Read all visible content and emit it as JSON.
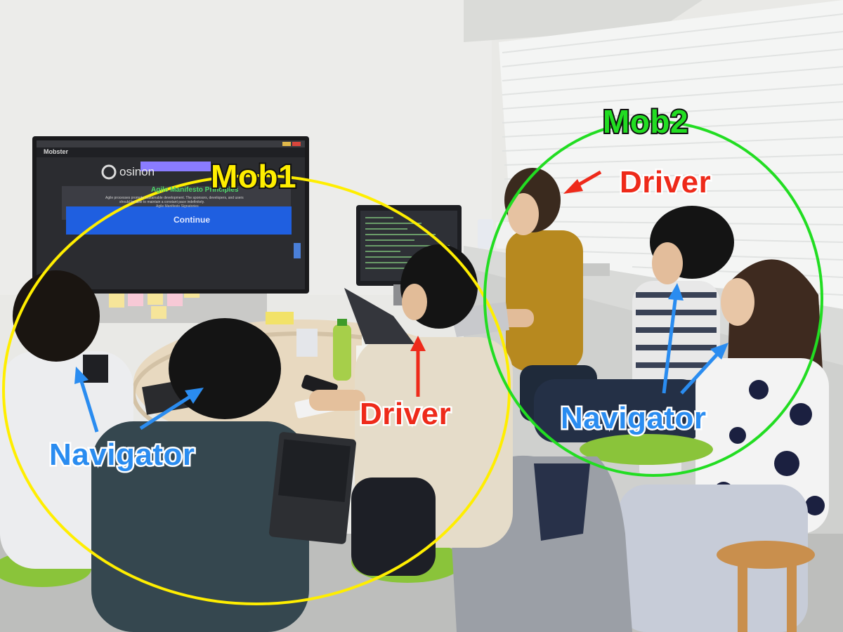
{
  "annotations": {
    "mob1": {
      "text": "Mob1",
      "color": "#ffee00"
    },
    "mob2": {
      "text": "Mob2",
      "color": "#22dd22"
    },
    "driver_mob2": {
      "text": "Driver",
      "color": "#ee2a1a"
    },
    "driver_mob1": {
      "text": "Driver",
      "color": "#ee2a1a"
    },
    "navigator_mob1": {
      "text": "Navigator",
      "color": "#2a8cf0"
    },
    "navigator_mob2": {
      "text": "Navigator",
      "color": "#2a8cf0"
    }
  },
  "tv_screen": {
    "app_title": "Mobster",
    "brand": "osinon",
    "heading": "Agile Manifesto Principles",
    "body_line_1": "Agile processes promote sustainable development. The sponsors, developers, and users",
    "body_line_2": "should be able to maintain a constant pace indefinitely.",
    "link": "Agile Manifesto Signatories",
    "continue_button": "Continue"
  },
  "colors": {
    "wall": "#ececea",
    "window_blinds": "#f4f5f4",
    "tv_bezel": "#1a1a1c",
    "tv_panel": "#2b2c30",
    "continue_blue": "#1f5fe0",
    "table": "#e8d9c0",
    "chair_green": "#8ac43a"
  }
}
